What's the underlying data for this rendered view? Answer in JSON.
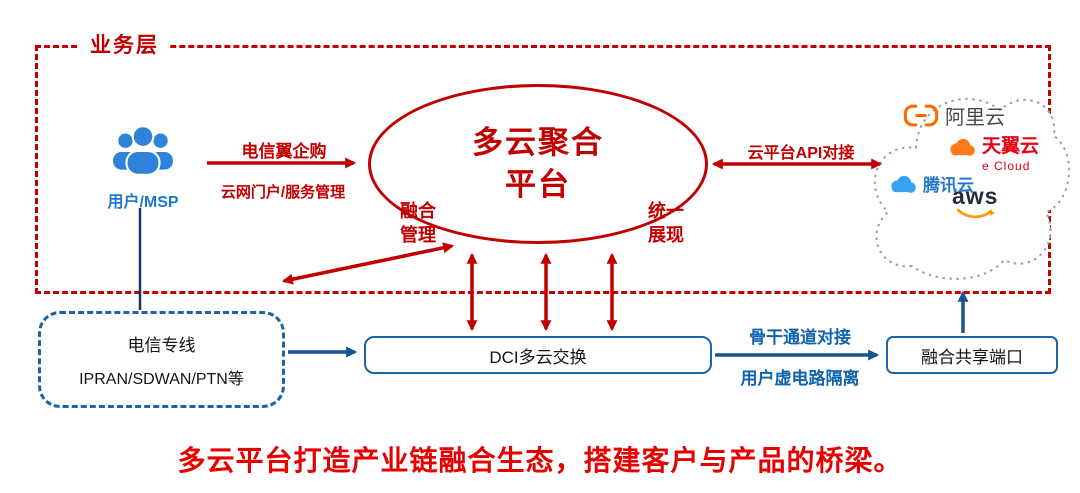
{
  "layers": {
    "business_label": "业务层"
  },
  "user": {
    "label": "用户/MSP"
  },
  "platform": {
    "title": "多云聚合\n平台",
    "left_note": "融合\n管理",
    "right_note": "统一\n展现"
  },
  "edge_labels": {
    "purchase": "电信翼企购",
    "portal": "云网门户/服务管理",
    "api": "云平台API对接",
    "backbone": "骨干通道对接",
    "isolation": "用户虚电路隔离"
  },
  "cloud_providers": {
    "alibaba": "阿里云",
    "tianyi": "天翼云",
    "tianyi_sub": "e Cloud",
    "tencent": "腾讯云",
    "aws": "aws"
  },
  "nodes": {
    "telecom_line1": "电信专线",
    "telecom_line2": "IPRAN/SDWAN/PTN等",
    "dci": "DCI多云交换",
    "shared_port": "融合共享端口"
  },
  "footer": "多云平台打造产业链融合生态，搭建客户与产品的桥梁。",
  "colors": {
    "red": "#c00000",
    "arrow_blue": "#17548c",
    "box_blue": "#1c63a8"
  }
}
